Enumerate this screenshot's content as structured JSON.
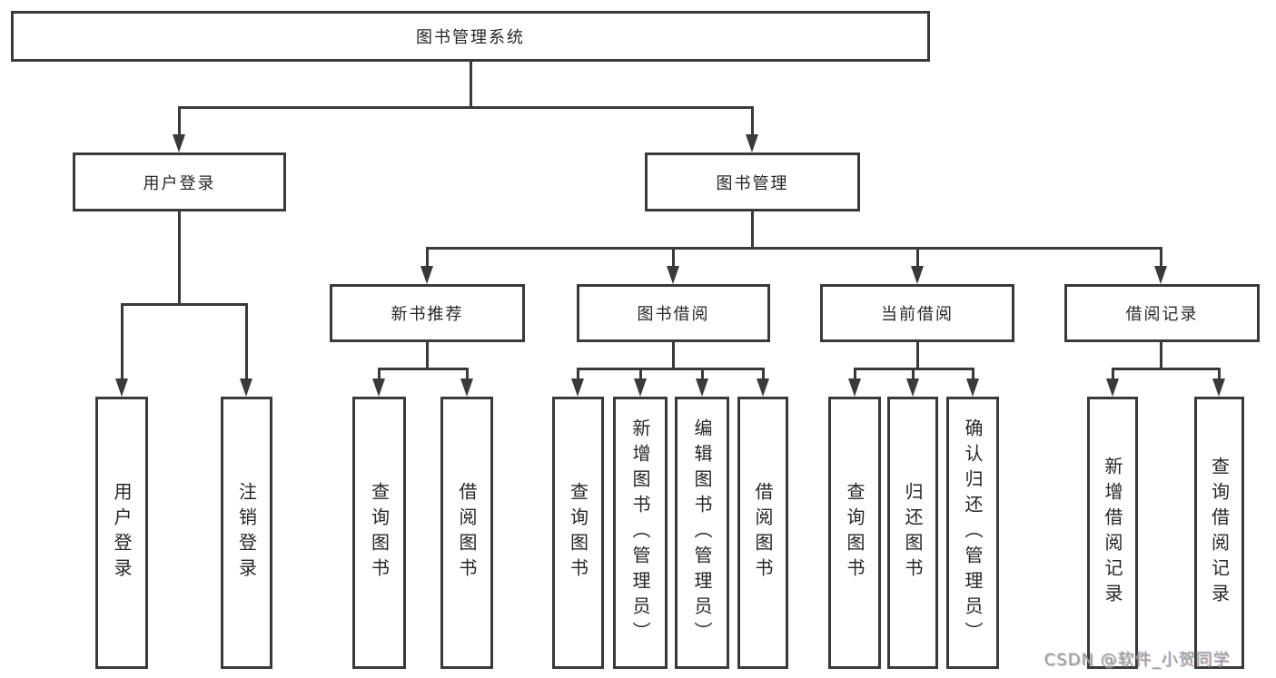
{
  "diagram": {
    "root": "图书管理系统",
    "level2": [
      "用户登录",
      "图书管理"
    ],
    "modules": [
      "新书推荐",
      "图书借阅",
      "当前借阅",
      "借阅记录"
    ],
    "leaves": [
      "用户登录",
      "注销登录",
      "查询图书",
      "借阅图书",
      "查询图书",
      "新增图书（管理员）",
      "编辑图书（管理员）",
      "借阅图书",
      "查询图书",
      "归还图书",
      "确认归还（管理员）",
      "新增借阅记录",
      "查询借阅记录"
    ],
    "line_color": "#3a3a3a",
    "text_color": "#262626"
  },
  "watermark": "CSDN @软件_小贺同学"
}
